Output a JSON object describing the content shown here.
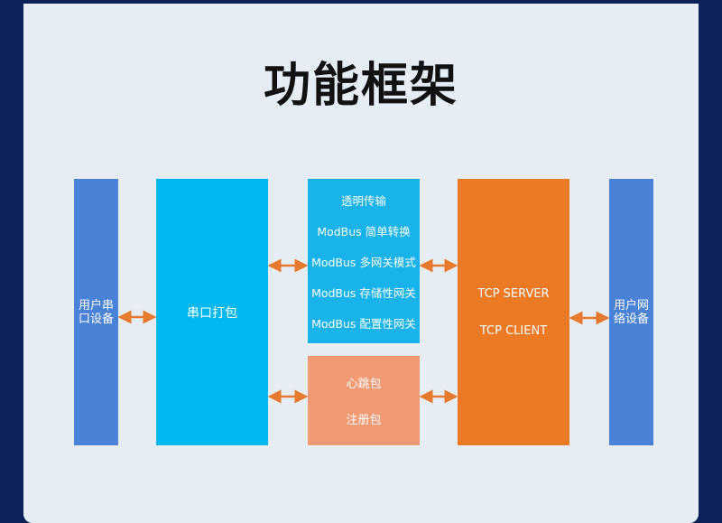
{
  "title": "功能框架",
  "colors": {
    "background": "#0d2259",
    "panel": "#e6edf5",
    "device": "#4a82d8",
    "serial_pack": "#00b8ef",
    "modes": "#17b3ea",
    "heartbeat": "#f29a74",
    "tcp": "#ec7a24",
    "arrow": "#e87a2e"
  },
  "blocks": {
    "user_serial_device": [
      "用户串",
      "口设备"
    ],
    "serial_packing": "串口打包",
    "modes": [
      "透明传输",
      "ModBus 简单转换",
      "ModBus 多网关模式",
      "ModBus 存储性网关",
      "ModBus 配置性网关"
    ],
    "packets": [
      "心跳包",
      "注册包"
    ],
    "tcp": [
      "TCP SERVER",
      "TCP CLIENT"
    ],
    "user_network_device": [
      "用户网",
      "络设备"
    ]
  },
  "connections": [
    {
      "from": "user_serial_device",
      "to": "serial_packing",
      "type": "bidirectional"
    },
    {
      "from": "serial_packing",
      "to": "modes",
      "type": "bidirectional"
    },
    {
      "from": "serial_packing",
      "to": "packets",
      "type": "bidirectional"
    },
    {
      "from": "modes",
      "to": "tcp",
      "type": "bidirectional"
    },
    {
      "from": "packets",
      "to": "tcp",
      "type": "bidirectional"
    },
    {
      "from": "tcp",
      "to": "user_network_device",
      "type": "bidirectional"
    }
  ]
}
